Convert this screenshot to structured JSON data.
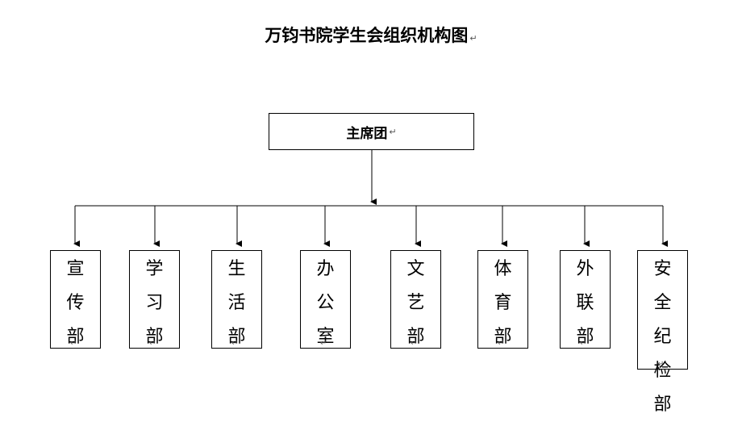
{
  "title": "万钧书院学生会组织机构图",
  "paragraph_mark": "↵",
  "cell_mark": "↵",
  "root": {
    "label": "主席团"
  },
  "departments": [
    {
      "label": "宣传部"
    },
    {
      "label": "学习部"
    },
    {
      "label": "生活部"
    },
    {
      "label": "办公室"
    },
    {
      "label": "文艺部"
    },
    {
      "label": "体育部"
    },
    {
      "label": "外联部"
    },
    {
      "label": "安全纪检部"
    }
  ]
}
